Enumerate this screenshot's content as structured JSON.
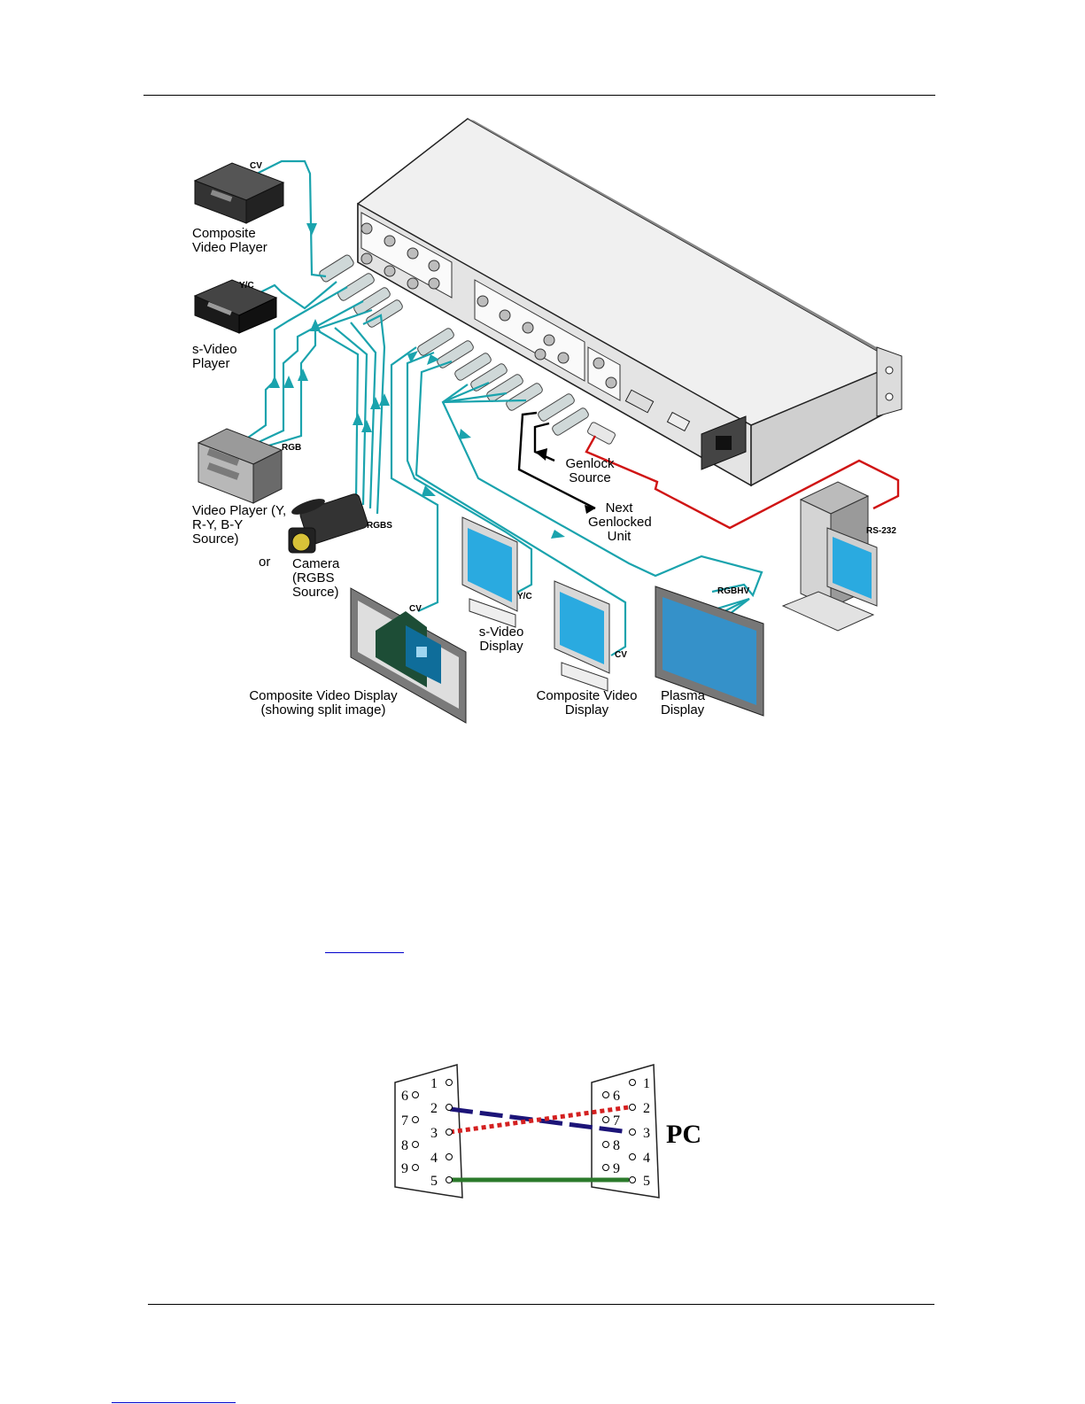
{
  "figure1": {
    "sources": {
      "composite_player": "Composite Video Player",
      "svideo_player": "s-Video Player",
      "component_player": "Video Player (Y, R-Y, B-Y Source)",
      "or": "or",
      "camera": "Camera (RGBS Source)"
    },
    "signal_tags": {
      "cv_top": "CV",
      "yc_top": "Y/C",
      "rgb": "RGB",
      "rgbs": "RGBS",
      "cv_display_split": "CV",
      "yc_display": "Y/C",
      "cv_display": "CV",
      "rgbhv": "RGBHV",
      "rs232": "RS-232"
    },
    "genlock": {
      "source": "Genlock Source",
      "next_unit": "Next Genlocked Unit"
    },
    "displays": {
      "split": "Composite Video Display (showing split image)",
      "svideo": "s-Video Display",
      "composite": "Composite Video Display",
      "plasma": "Plasma Display"
    }
  },
  "figure2": {
    "left_pins": [
      "1",
      "2",
      "3",
      "4",
      "5",
      "6",
      "7",
      "8",
      "9"
    ],
    "right_pins": [
      "1",
      "2",
      "3",
      "4",
      "5",
      "6",
      "7",
      "8",
      "9"
    ],
    "pc_label": "PC"
  },
  "colors": {
    "cable": "#1aa3ad",
    "rs232_cable": "#d01414",
    "genlock_cable": "#000000",
    "wire_tx": "#1c1478",
    "wire_rx": "#d42020",
    "wire_gnd": "#2b7a2b"
  }
}
